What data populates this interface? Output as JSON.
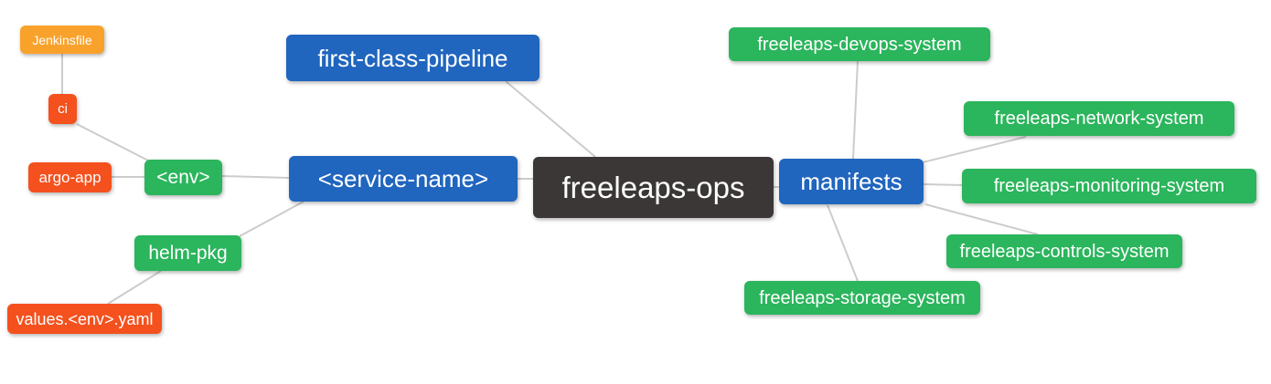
{
  "diagram": {
    "type": "mindmap",
    "root_label": "freeleaps-ops",
    "colors": {
      "blue": "#2065BE",
      "green": "#2BB55C",
      "orange": "#F9A22B",
      "red_orange": "#F4511E",
      "dark": "#3C3737",
      "connector": "#CCCCCC",
      "node_text": "#FFFFFF",
      "background": "#FFFFFF"
    },
    "nodes": [
      {
        "id": "jenkinsfile",
        "label": "Jenkinsfile",
        "color": "orange"
      },
      {
        "id": "ci",
        "label": "ci",
        "color": "red_orange"
      },
      {
        "id": "argo-app",
        "label": "argo-app",
        "color": "red_orange"
      },
      {
        "id": "env",
        "label": "<env>",
        "color": "green"
      },
      {
        "id": "helm-pkg",
        "label": "helm-pkg",
        "color": "green"
      },
      {
        "id": "values-env-yaml",
        "label": "values.<env>.yaml",
        "color": "red_orange"
      },
      {
        "id": "first-class-pipeline",
        "label": "first-class-pipeline",
        "color": "blue"
      },
      {
        "id": "service-name",
        "label": "<service-name>",
        "color": "blue"
      },
      {
        "id": "freeleaps-ops",
        "label": "freeleaps-ops",
        "color": "dark"
      },
      {
        "id": "manifests",
        "label": "manifests",
        "color": "blue"
      },
      {
        "id": "devops-system",
        "label": "freeleaps-devops-system",
        "color": "green"
      },
      {
        "id": "network-system",
        "label": "freeleaps-network-system",
        "color": "green"
      },
      {
        "id": "monitoring-system",
        "label": "freeleaps-monitoring-system",
        "color": "green"
      },
      {
        "id": "controls-system",
        "label": "freeleaps-controls-system",
        "color": "green"
      },
      {
        "id": "storage-system",
        "label": "freeleaps-storage-system",
        "color": "green"
      }
    ],
    "edges": [
      {
        "from": "jenkinsfile",
        "to": "ci"
      },
      {
        "from": "ci",
        "to": "env"
      },
      {
        "from": "argo-app",
        "to": "env"
      },
      {
        "from": "env",
        "to": "service-name"
      },
      {
        "from": "helm-pkg",
        "to": "service-name"
      },
      {
        "from": "values-env-yaml",
        "to": "helm-pkg"
      },
      {
        "from": "first-class-pipeline",
        "to": "freeleaps-ops"
      },
      {
        "from": "service-name",
        "to": "freeleaps-ops"
      },
      {
        "from": "freeleaps-ops",
        "to": "manifests"
      },
      {
        "from": "manifests",
        "to": "devops-system"
      },
      {
        "from": "manifests",
        "to": "network-system"
      },
      {
        "from": "manifests",
        "to": "monitoring-system"
      },
      {
        "from": "manifests",
        "to": "controls-system"
      },
      {
        "from": "manifests",
        "to": "storage-system"
      }
    ]
  }
}
